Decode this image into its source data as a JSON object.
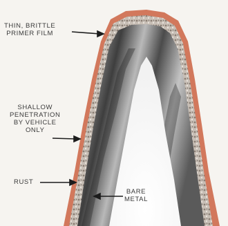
{
  "labels": {
    "primer_film": [
      "THIN, BRITTLE",
      "PRIMER FILM"
    ],
    "penetration": [
      "SHALLOW",
      "PENETRATION",
      "BY VEHICLE",
      "ONLY"
    ],
    "rust": "RUST",
    "bare_metal": [
      "BARE",
      "METAL"
    ]
  },
  "colors": {
    "background": "#f6f4f0",
    "primer_coat": "#d2785c",
    "rust_layer": "#c9c1b8",
    "metal_dark": "#4a4a4a",
    "metal_light": "#cfcfcf",
    "label_text": "#3a3a3a",
    "arrow": "#1c1c1c"
  }
}
